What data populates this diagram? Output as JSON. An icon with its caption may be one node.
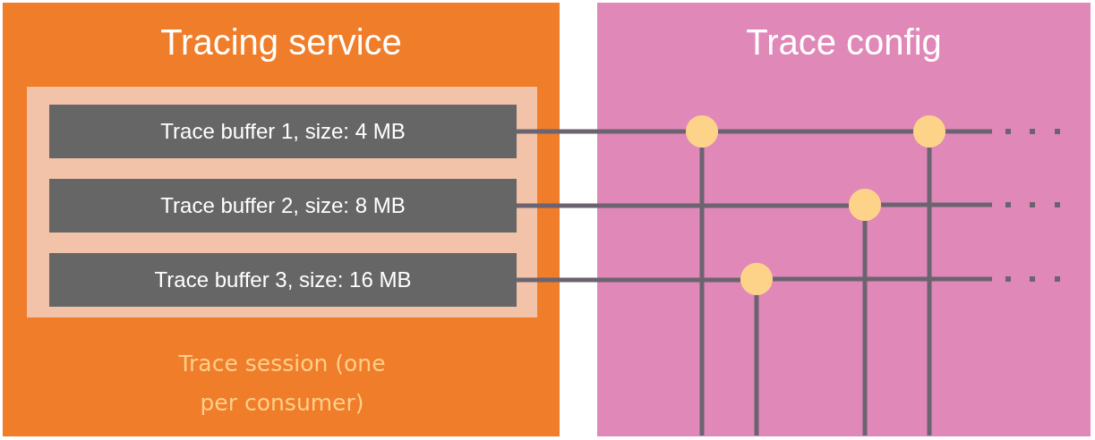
{
  "diagram": {
    "nodes": [
      {
        "text": [
          "Tracing service"
        ]
      },
      {
        "text": [
          "Trace session (one per consumer)"
        ],
        "in": 0
      },
      {
        "text": [
          "Trace buffer 1, size: 4 MB"
        ],
        "in": 1
      },
      {
        "text": [
          "Trace buffer 2, size: 8 MB"
        ],
        "in": 1
      },
      {
        "text": [
          "Trace buffer 3, size: 16 MB"
        ],
        "in": 1
      },
      {
        "text": [
          "Trace config"
        ]
      },
      {
        "text": [],
        "shape": "circle",
        "in": 5
      },
      {
        "text": [],
        "shape": "circle",
        "in": 5
      },
      {
        "text": [],
        "shape": "circle",
        "in": 5
      },
      {
        "text": [],
        "shape": "circle",
        "in": 5
      }
    ],
    "edges": [
      {
        "from": 2,
        "to": 6,
        "arrow": "none"
      },
      {
        "from": 6,
        "to": 9,
        "arrow": "none"
      },
      {
        "from": 9,
        "to": null,
        "arrow": "none"
      },
      {
        "from": 3,
        "to": 8,
        "arrow": "none"
      },
      {
        "from": 8,
        "to": null,
        "arrow": "none"
      },
      {
        "from": 4,
        "to": 7,
        "arrow": "none"
      },
      {
        "from": 7,
        "to": null,
        "arrow": "none"
      },
      {
        "from": 6,
        "to": null,
        "arrow": "none"
      },
      {
        "from": 7,
        "to": null,
        "arrow": "none"
      },
      {
        "from": 8,
        "to": null,
        "arrow": "none"
      },
      {
        "from": 9,
        "to": null,
        "arrow": "none"
      }
    ]
  }
}
